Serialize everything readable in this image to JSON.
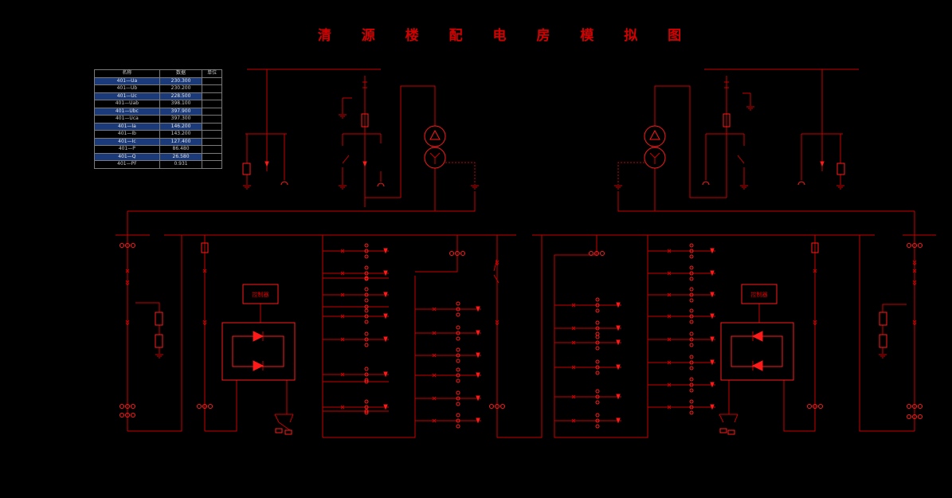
{
  "title": "清 源 楼 配 电 房 模 拟 图",
  "table": {
    "headers": [
      "名称",
      "数据",
      "单位"
    ],
    "rows": [
      {
        "name": "401—Ua",
        "value": "230.300",
        "unit": "",
        "hl": true
      },
      {
        "name": "401—Ub",
        "value": "230.200",
        "unit": "",
        "hl": false
      },
      {
        "name": "401—Uc",
        "value": "228.500",
        "unit": "",
        "hl": true
      },
      {
        "name": "401—Uab",
        "value": "398.100",
        "unit": "",
        "hl": false
      },
      {
        "name": "401—Ubc",
        "value": "397.900",
        "unit": "",
        "hl": true
      },
      {
        "name": "401—Uca",
        "value": "397.300",
        "unit": "",
        "hl": false
      },
      {
        "name": "401—Ia",
        "value": "146.200",
        "unit": "",
        "hl": true
      },
      {
        "name": "401—Ib",
        "value": "143.200",
        "unit": "",
        "hl": false
      },
      {
        "name": "401—Ic",
        "value": "127.400",
        "unit": "",
        "hl": true
      },
      {
        "name": "401—P",
        "value": "86.480",
        "unit": "",
        "hl": false
      },
      {
        "name": "401—Q",
        "value": "26.580",
        "unit": "",
        "hl": true
      },
      {
        "name": "401—PF",
        "value": "0.931",
        "unit": "",
        "hl": false
      }
    ]
  },
  "labels": {
    "controller_left": "控制器",
    "controller_right": "控制器"
  },
  "colors": {
    "line": "#c80000",
    "symbol": "#ff1a1a",
    "title": "#d40000",
    "table_highlight": "#1a3a7a"
  }
}
